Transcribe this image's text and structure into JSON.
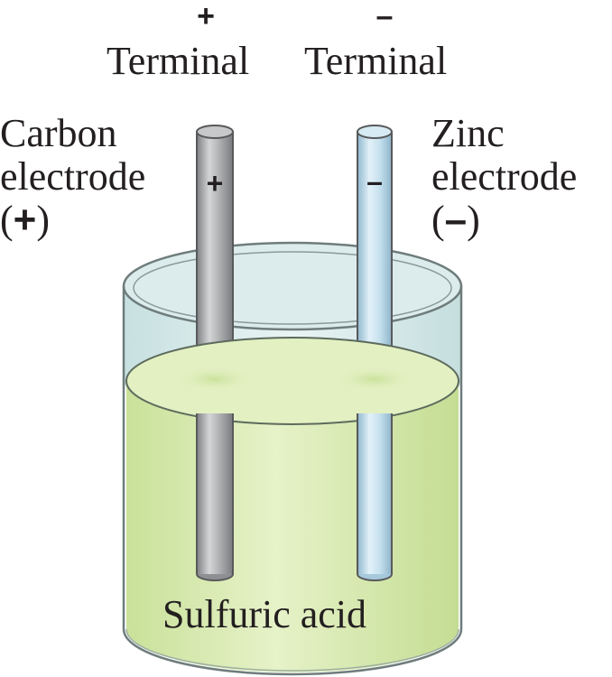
{
  "terminals": {
    "positive": {
      "sign": "+",
      "label": "Terminal"
    },
    "negative": {
      "sign": "–",
      "label": "Terminal"
    }
  },
  "carbon_electrode": {
    "line1": "Carbon",
    "line2": "electrode",
    "polarity_open": "(",
    "polarity_sign": "+",
    "polarity_close": ")",
    "rod_sign": "+"
  },
  "zinc_electrode": {
    "line1": "Zinc",
    "line2": "electrode",
    "polarity_open": "(",
    "polarity_sign": "–",
    "polarity_close": ")",
    "rod_sign": "–"
  },
  "electrolyte": {
    "label": "Sulfuric acid"
  },
  "colors": {
    "acid": "#d9ebb0",
    "acid_surface": "#e3f0c2",
    "glass": "#d7eaea",
    "glass_edge": "#6f7c7c",
    "carbon_rod": "#a7a9ac",
    "zinc_rod": "#b9d9ea",
    "outline": "#4d4d4f"
  }
}
